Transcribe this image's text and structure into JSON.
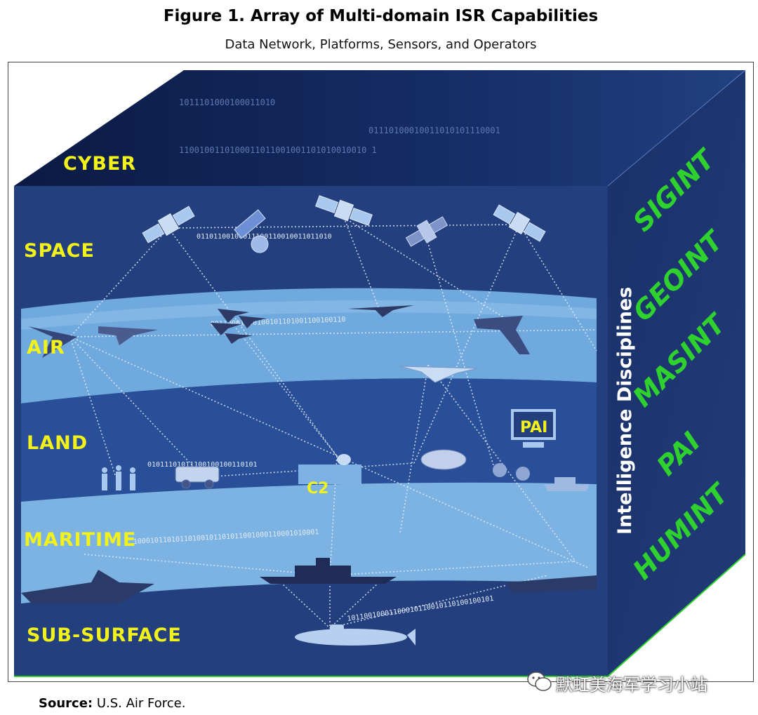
{
  "figure": {
    "title": "Figure 1. Array of Multi-domain ISR Capabilities",
    "subtitle": "Data Network, Platforms, Sensors, and Operators"
  },
  "domains": {
    "cyber": "CYBER",
    "space": "SPACE",
    "air": "AIR",
    "land": "LAND",
    "maritime": "MARITIME",
    "subsurface": "SUB-SURFACE"
  },
  "nodes": {
    "c2": "C2",
    "pai": "PAI"
  },
  "side_panel": {
    "heading": "Intelligence Disciplines",
    "disciplines": [
      "SIGINT",
      "GEOINT",
      "MASINT",
      "PAI",
      "HUMINT"
    ]
  },
  "binary_strings": {
    "cyber_1": "1011101000100011010",
    "cyber_2": "01110100010011010101110001",
    "cyber_3": "1100100110100011011001001101010010010 1",
    "space_link": "01101100100011100110010011011010",
    "air_link": "00110001000100101101001100100110",
    "land_link": "01011101011100100100110101",
    "maritime_link": "10001011010110100101101011001000110001010001",
    "sub_link": "10110010001100010110010110100100101"
  },
  "source": {
    "label": "Source:",
    "text": "U.S. Air Force."
  },
  "watermark": {
    "text": "默虹美海军学习小站",
    "icon": "wechat-icon"
  },
  "colors": {
    "cube_front": "#233f7e",
    "cube_top": "#0f2150",
    "cube_side": "#1d3470",
    "band_light": "#6ea8dc",
    "band_dark": "#284f97",
    "label_yellow": "#f2f21a",
    "discipline_green": "#2fd12f"
  }
}
